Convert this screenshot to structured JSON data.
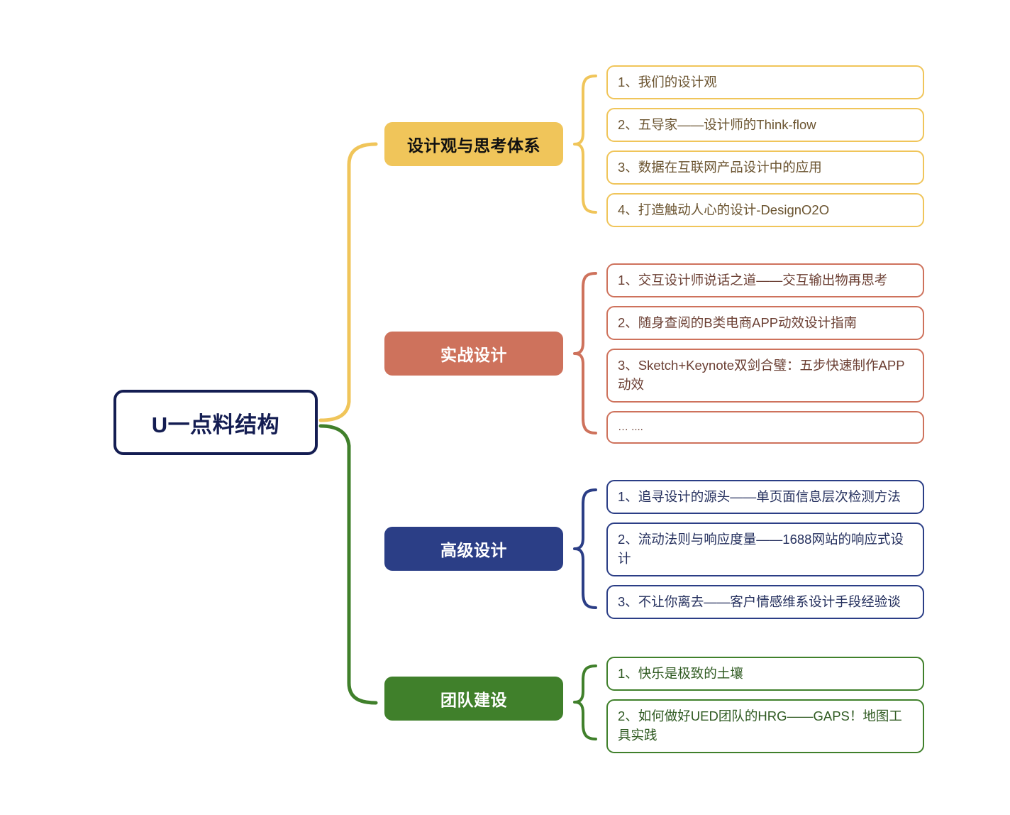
{
  "diagram": {
    "title": "U一点料结构",
    "type": "mind-map",
    "background": "#ffffff"
  },
  "root": {
    "label": "U一点料结构",
    "border_color": "#141d52",
    "text_color": "#141d52"
  },
  "branches": [
    {
      "id": "design-philosophy",
      "label": "设计观与思考体系",
      "color": "#f0c55a",
      "text_color": "#111111",
      "leaf_text_color": "#6b5430",
      "items": [
        {
          "label": "1、我们的设计观"
        },
        {
          "label": "2、五导家——设计师的Think-flow"
        },
        {
          "label": "3、数据在互联网产品设计中的应用"
        },
        {
          "label": "4、打造触动人心的设计-DesignO2O"
        }
      ]
    },
    {
      "id": "practical-design",
      "label": "实战设计",
      "color": "#ce725c",
      "text_color": "#ffffff",
      "leaf_text_color": "#6b3f33",
      "items": [
        {
          "label": "1、交互设计师说话之道——交互输出物再思考"
        },
        {
          "label": "2、随身查阅的B类电商APP动效设计指南"
        },
        {
          "label": "3、Sketch+Keynote双剑合璧：五步快速制作APP动效"
        },
        {
          "label": "… ...."
        }
      ]
    },
    {
      "id": "advanced-design",
      "label": "高级设计",
      "color": "#2b3e86",
      "text_color": "#ffffff",
      "leaf_text_color": "#25305e",
      "items": [
        {
          "label": "1、追寻设计的源头——单页面信息层次检测方法"
        },
        {
          "label": "2、流动法则与响应度量——1688网站的响应式设计"
        },
        {
          "label": "3、不让你离去——客户情感维系设计手段经验谈"
        }
      ]
    },
    {
      "id": "team-building",
      "label": "团队建设",
      "color": "#40802b",
      "text_color": "#ffffff",
      "leaf_text_color": "#2f5a21",
      "items": [
        {
          "label": "1、快乐是极致的土壤"
        },
        {
          "label": "2、如何做好UED团队的HRG——GAPS！地图工具实践"
        }
      ]
    }
  ]
}
